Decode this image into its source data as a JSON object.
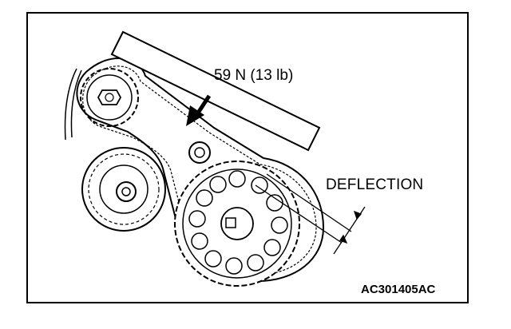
{
  "figure": {
    "force_label": "59 N (13 lb)",
    "deflection_label": "DEFLECTION",
    "code_label": "AC301405AC"
  },
  "icons": [
    "timing-belt",
    "crankshaft-sprocket",
    "camshaft-sprocket",
    "idler-pulley",
    "tensioner-pulley",
    "force-arrow",
    "deflection-dimension"
  ]
}
